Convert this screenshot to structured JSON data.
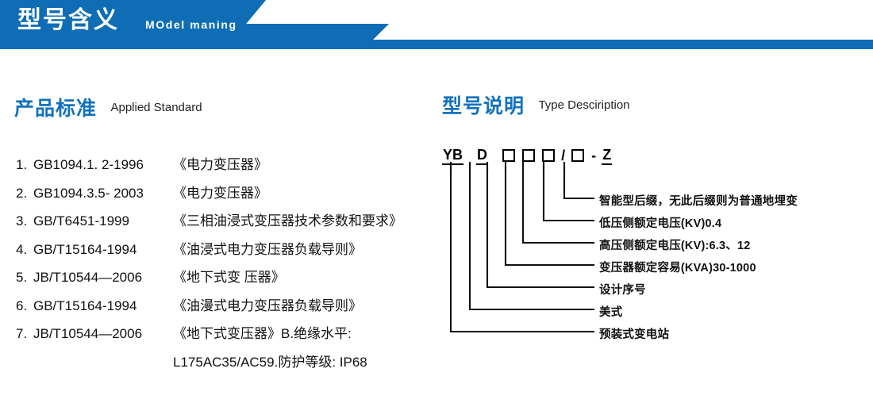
{
  "banner": {
    "title": "型号含义",
    "subtitle": "MOdel maning",
    "bar_color": "#0E6DB5",
    "accent_color": "#1272BE"
  },
  "sections": {
    "left": {
      "heading_cn": "产品标准",
      "heading_en": "Applied Standard",
      "standards": [
        {
          "index": "1.",
          "code": "GB1094.1. 2-1996",
          "name": "《电力变压器》"
        },
        {
          "index": "2.",
          "code": "GB1094.3.5- 2003",
          "name": "《电力变压器》"
        },
        {
          "index": "3.",
          "code": "GB/T6451-1999",
          "name": "《三相油浸式变压器技术参数和要求》"
        },
        {
          "index": "4.",
          "code": "GB/T15164-1994",
          "name": "《油浸式电力变压器负载导则》"
        },
        {
          "index": "5.",
          "code": "JB/T10544—2006",
          "name": "《地下式变 压器》"
        },
        {
          "index": "6.",
          "code": "GB/T15164-1994",
          "name": "《油漫式电力变压器负载导则》"
        },
        {
          "index": "7.",
          "code": "JB/T10544—2006",
          "name": "《地下式变压器》B.绝缘水平:"
        }
      ],
      "continuation": "L175AC35/AC59.防护等级: IP68"
    },
    "right": {
      "heading_cn": "型号说明",
      "heading_en": "Type Desciription",
      "model_code": {
        "part1": "YB",
        "part2": "D",
        "box1": "□",
        "box2": "□",
        "box3": "□",
        "slash": "/",
        "box4": "□",
        "dash": "-",
        "suffix": "Z"
      },
      "callouts": [
        {
          "text": "智能型后缀，无此后缀则为普通地埋变"
        },
        {
          "text": "低压侧额定电压(KV)0.4"
        },
        {
          "text": "高压侧额定电压(KV):6.3、12"
        },
        {
          "text": "变压器额定容易(KVA)30-1000"
        },
        {
          "text": "设计序号"
        },
        {
          "text": "美式"
        },
        {
          "text": "预装式变电站"
        }
      ]
    }
  }
}
